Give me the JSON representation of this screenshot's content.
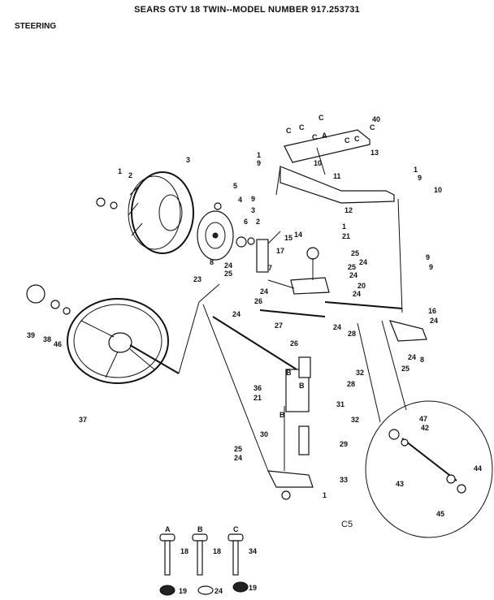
{
  "header": {
    "title": "SEARS GTV 18 TWIN--MODEL NUMBER 917.253731",
    "section": "STEERING"
  },
  "figure_code": "C5",
  "hardware_legend": [
    {
      "letter": "A",
      "bolt_part": "18",
      "nut_part": "19"
    },
    {
      "letter": "B",
      "bolt_part": "18",
      "washer_part": "24"
    },
    {
      "letter": "C",
      "bolt_part": "34",
      "nut_part": "19"
    }
  ],
  "callouts": {
    "c1": "C",
    "c2": "C",
    "c3": "C",
    "c4": "A",
    "c5": "C",
    "c6": "C",
    "c7": "C",
    "c8": "C",
    "p40": "40",
    "p13": "13",
    "p1a": "1",
    "p9a": "9",
    "p1b": "1",
    "p9b": "9",
    "p10a": "10",
    "p11": "11",
    "p10b": "10",
    "p12": "12",
    "p1c": "1",
    "p2a": "2",
    "p3": "3",
    "p5": "5",
    "p4": "4",
    "p9c": "9",
    "p3b": "3",
    "p6": "6",
    "p2b": "2",
    "p15": "15",
    "p14": "14",
    "p1d": "1",
    "p21a": "21",
    "p8a": "8",
    "p24a": "24",
    "p25a": "25",
    "p7": "7",
    "p17": "17",
    "p25b": "25",
    "p24b": "24",
    "p25c": "25",
    "p24c": "24",
    "p20": "20",
    "p24d": "24",
    "p9d": "9",
    "p9e": "9",
    "p23": "23",
    "p24e": "24",
    "p26a": "26",
    "p24f": "24",
    "p16": "16",
    "p24g": "24",
    "p27": "27",
    "p24h": "24",
    "p28a": "28",
    "p8b": "8",
    "p24i": "24",
    "p26b": "26",
    "p25d": "25",
    "p39": "39",
    "p38": "38",
    "p46": "46",
    "p37": "37",
    "p32a": "32",
    "p28b": "28",
    "p36": "36",
    "p21b": "21",
    "p31": "31",
    "p32b": "32",
    "pB1": "B",
    "pB2": "B",
    "pB3": "B",
    "p30": "30",
    "p29": "29",
    "p25e": "25",
    "p24j": "24",
    "p33": "33",
    "p1e": "1",
    "p47": "47",
    "p42": "42",
    "p44": "44",
    "p43": "43",
    "p45": "45"
  }
}
